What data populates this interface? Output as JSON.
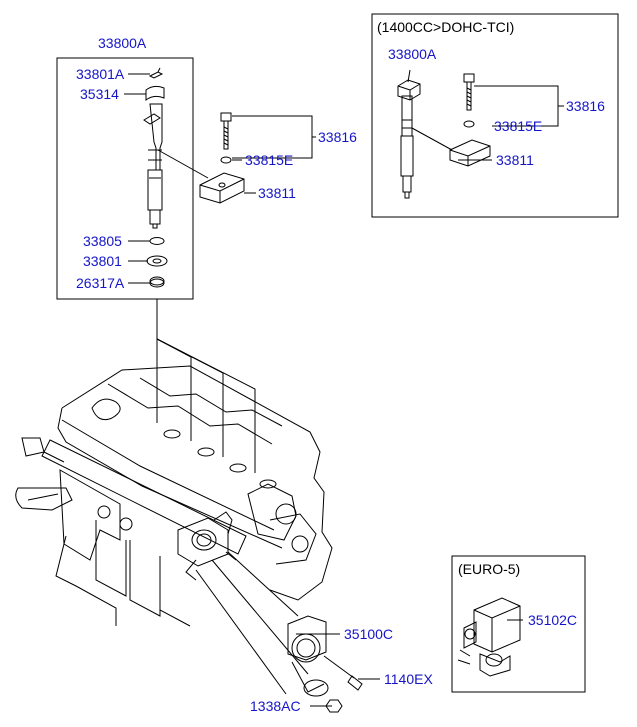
{
  "colors": {
    "part_number": "#1515c8",
    "line": "#000000",
    "background": "#ffffff"
  },
  "groups": {
    "injector_group_title": "33800A",
    "tci_variant_title": "(1400CC>DOHC-TCI)",
    "tci_injector": "33800A",
    "euro5_title": "(EURO-5)"
  },
  "parts": {
    "p33801A": "33801A",
    "p35314": "35314",
    "p33805": "33805",
    "p33801": "33801",
    "p26317A": "26317A",
    "p33816": "33816",
    "p33815E": "33815E",
    "p33811": "33811",
    "p33816_tci": "33816",
    "p33815E_tci": "33815E",
    "p33811_tci": "33811",
    "p35100C": "35100C",
    "p1140EX": "1140EX",
    "p1338AC": "1338AC",
    "p35102C": "35102C"
  }
}
